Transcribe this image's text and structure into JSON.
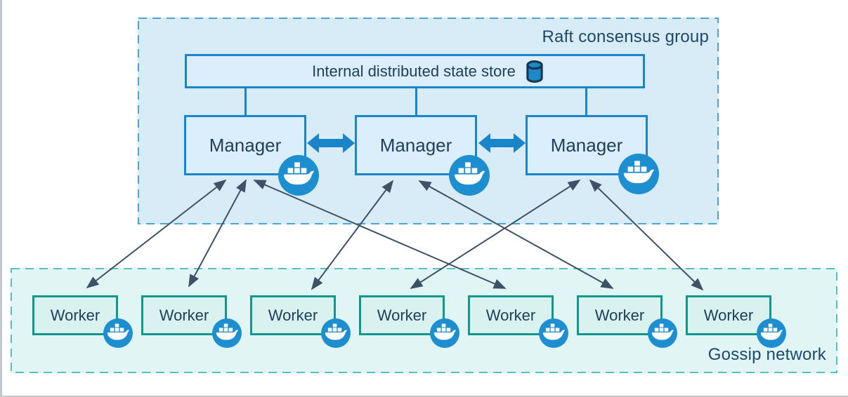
{
  "diagram": {
    "raft_group": {
      "label": "Raft consensus group",
      "state_store": {
        "label": "Internal distributed state store",
        "icon": "database-cylinder-icon"
      },
      "managers": [
        {
          "id": "manager-1",
          "label": "Manager"
        },
        {
          "id": "manager-2",
          "label": "Manager"
        },
        {
          "id": "manager-3",
          "label": "Manager"
        }
      ]
    },
    "gossip_network": {
      "label": "Gossip network",
      "workers": [
        {
          "id": "worker-1",
          "label": "Worker"
        },
        {
          "id": "worker-2",
          "label": "Worker"
        },
        {
          "id": "worker-3",
          "label": "Worker"
        },
        {
          "id": "worker-4",
          "label": "Worker"
        },
        {
          "id": "worker-5",
          "label": "Worker"
        },
        {
          "id": "worker-6",
          "label": "Worker"
        },
        {
          "id": "worker-7",
          "label": "Worker"
        }
      ]
    },
    "connections": {
      "manager_peer_links": [
        {
          "from": "manager-1",
          "to": "manager-2",
          "style": "thick-double-arrow"
        },
        {
          "from": "manager-2",
          "to": "manager-3",
          "style": "thick-double-arrow"
        }
      ],
      "state_store_links": [
        {
          "from": "state-store",
          "to": "manager-1"
        },
        {
          "from": "state-store",
          "to": "manager-2"
        },
        {
          "from": "state-store",
          "to": "manager-3"
        }
      ],
      "manager_worker_links": [
        {
          "from": "manager-1",
          "to": "worker-1",
          "style": "thin-double-arrow"
        },
        {
          "from": "manager-1",
          "to": "worker-2",
          "style": "thin-double-arrow"
        },
        {
          "from": "manager-1",
          "to": "worker-5",
          "style": "thin-double-arrow"
        },
        {
          "from": "manager-2",
          "to": "worker-3",
          "style": "thin-double-arrow"
        },
        {
          "from": "manager-2",
          "to": "worker-6",
          "style": "thin-double-arrow"
        },
        {
          "from": "manager-3",
          "to": "worker-4",
          "style": "thin-double-arrow"
        },
        {
          "from": "manager-3",
          "to": "worker-7",
          "style": "thin-double-arrow"
        }
      ]
    },
    "icons": {
      "docker_whale": "docker-whale-icon",
      "database_cylinder": "database-cylinder-icon"
    },
    "colors": {
      "raft_fill": "#d8ecf8",
      "raft_border": "#4ba5d9",
      "blue_node_fill": "#daeefb",
      "blue_node_border": "#1a86c9",
      "gossip_fill": "#e0f5f4",
      "gossip_border": "#55bfc1",
      "worker_fill": "#d9f2f0",
      "worker_border": "#13968b",
      "docker_blue": "#1d8fd1",
      "thin_arrow": "#3d5266",
      "text": "#1d4059"
    }
  }
}
